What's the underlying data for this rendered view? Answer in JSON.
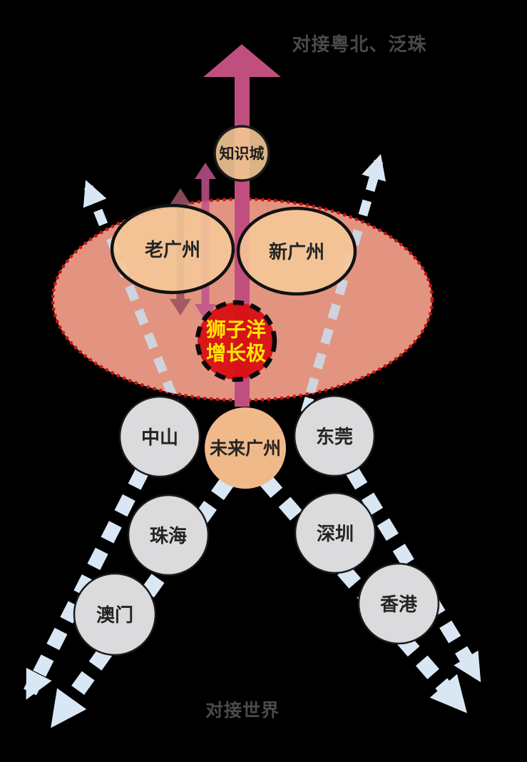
{
  "captions": {
    "top": "对接粤北、泛珠",
    "bottom": "对接世界"
  },
  "nodes": {
    "knowledge_city": {
      "label": "知识城"
    },
    "old_guangzhou": {
      "label": "老广州"
    },
    "new_guangzhou": {
      "label": "新广州"
    },
    "growth_pole": {
      "label_line1": "狮子洋",
      "label_line2": "增长极"
    },
    "future_guangzhou": {
      "label": "未来广州"
    },
    "zhongshan": {
      "label": "中山"
    },
    "dongguan": {
      "label": "东莞"
    },
    "zhuhai": {
      "label": "珠海"
    },
    "shenzhen": {
      "label": "深圳"
    },
    "macau": {
      "label": "澳门"
    },
    "hongkong": {
      "label": "香港"
    }
  },
  "colors": {
    "background": "#000000",
    "track_blue": "#d9e7f4",
    "track_blue_muted": "#ced3de",
    "region_salmon": "#e29480",
    "region_border_red": "#cf1210",
    "district_peach": "#f5ca99",
    "knowledge_peach": "#f3c694",
    "future_peach": "#efb98a",
    "city_gray": "#dbdbdd",
    "growth_pole_red": "#d80e10",
    "growth_pole_yellow": "#ffe800",
    "main_axis_magenta": "#c04f7f",
    "sub_axis_magenta": "#bf538c",
    "sub_axis_maroon": "#9b5362",
    "caption_gray": "#4a4a4a",
    "label_dark": "#242424"
  }
}
